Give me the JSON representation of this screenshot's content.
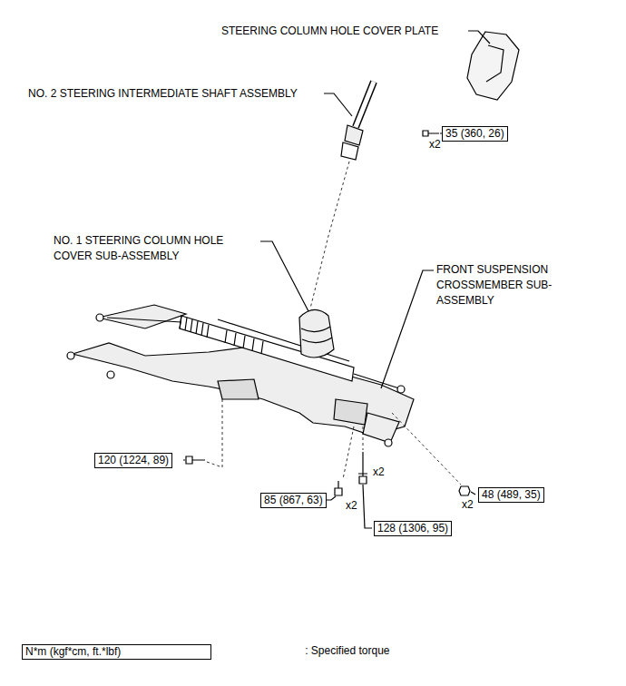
{
  "diagram": {
    "nodes": [
      {
        "text": [
          "35 (360, 26)"
        ]
      },
      {
        "text": [
          "120 (1224, 89)"
        ]
      },
      {
        "text": [
          "48 (489, 35)"
        ]
      },
      {
        "text": [
          "85 (867, 63)"
        ]
      },
      {
        "text": [
          "128 (1306, 95)"
        ]
      },
      {
        "text": [
          "N*m (kgf*cm, ft.*lbf)",
          ": Specified torque"
        ]
      }
    ],
    "edges": [],
    "labels": [
      "STEERING COLUMN HOLE COVER PLATE",
      "NO. 2 STEERING INTERMEDIATE SHAFT ASSEMBLY",
      "x2",
      "NO. 1 STEERING COLUMN HOLE COVER SUB-ASSEMBLY",
      "FRONT SUSPENSION CROSSMEMBER SUB-ASSEMBLY",
      "x2",
      "x2",
      "x2"
    ]
  }
}
